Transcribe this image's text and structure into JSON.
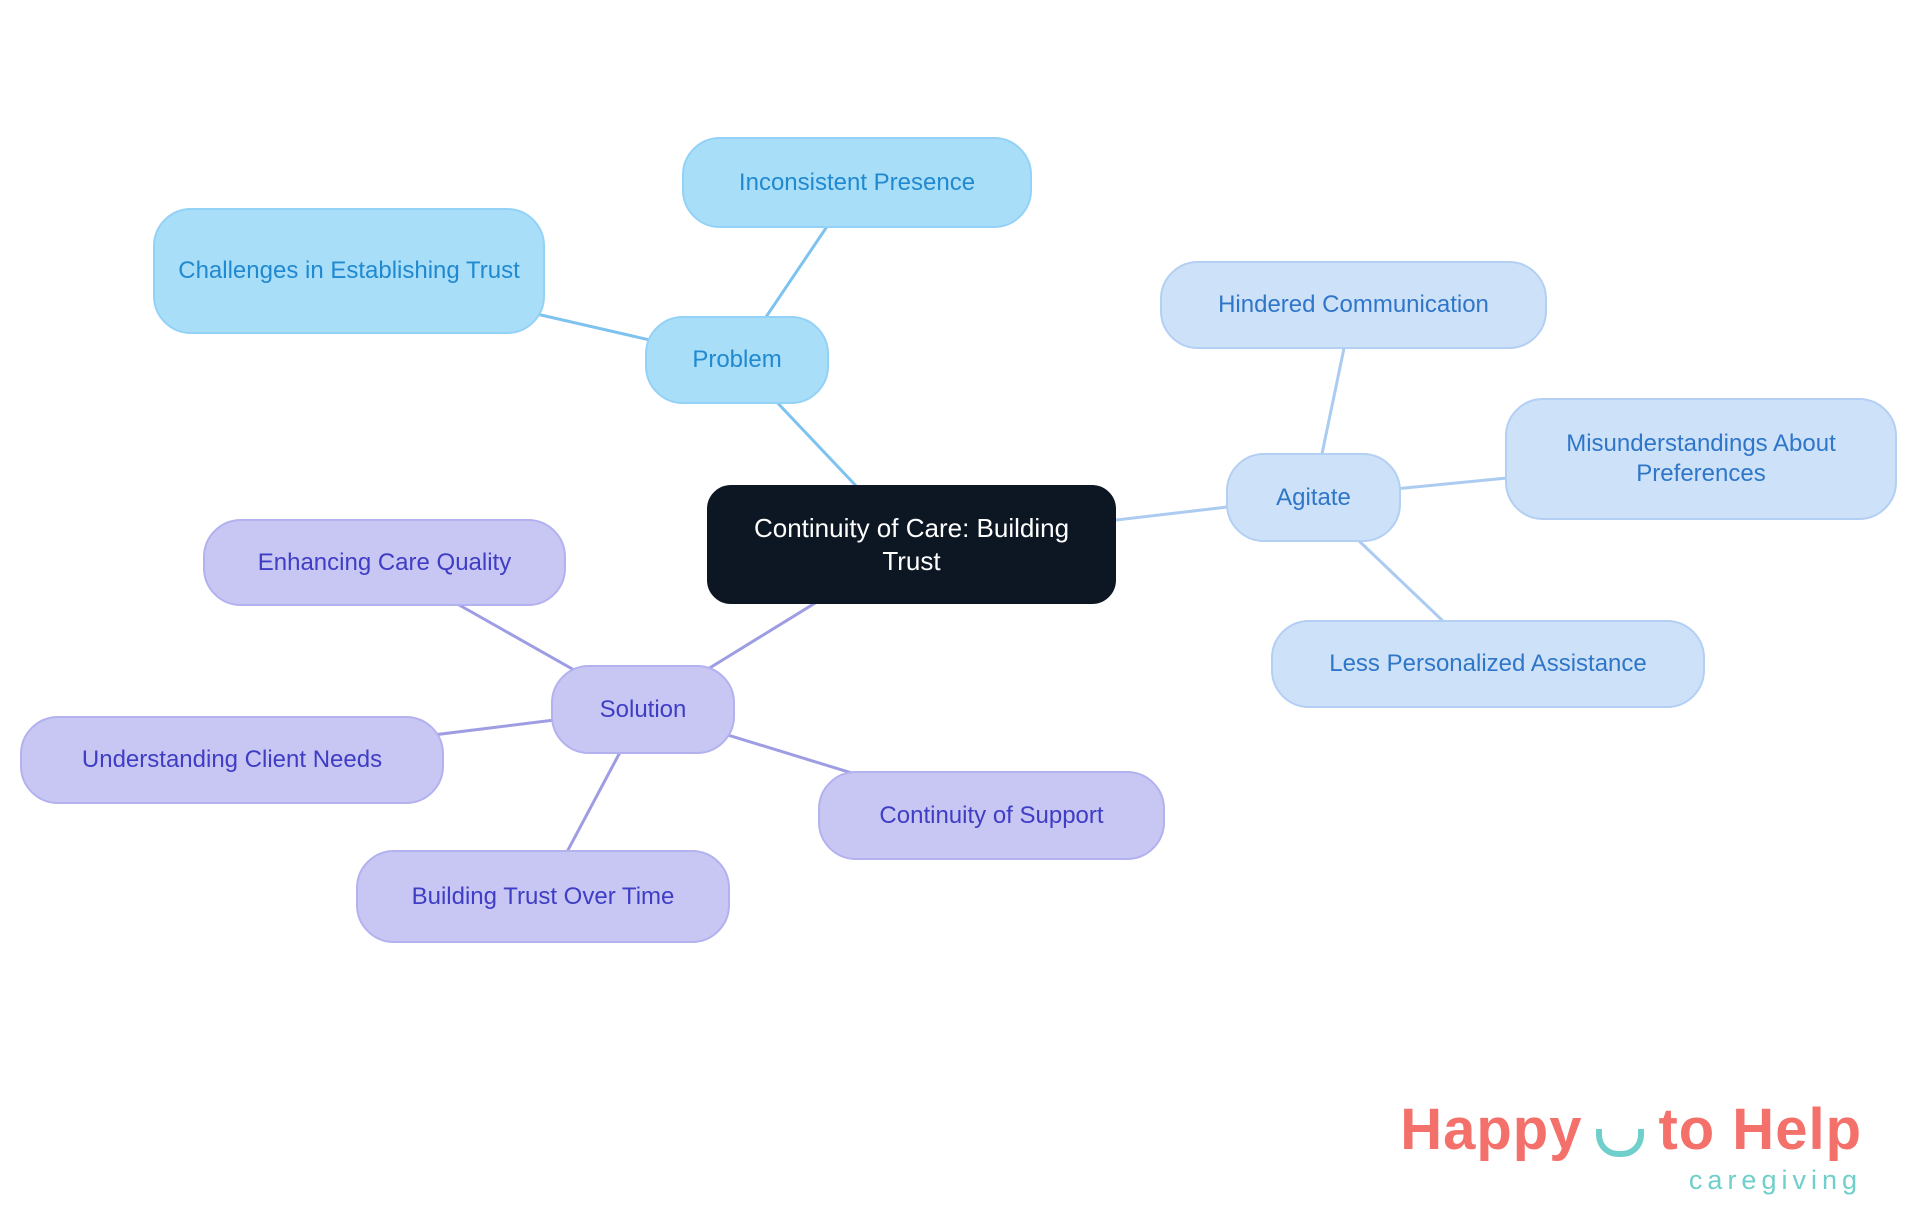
{
  "mindmap": {
    "central": "Continuity of Care: Building Trust",
    "problem": {
      "label": "Problem",
      "children": [
        "Inconsistent Presence",
        "Challenges in Establishing Trust"
      ]
    },
    "agitate": {
      "label": "Agitate",
      "children": [
        "Hindered Communication",
        "Misunderstandings About Preferences",
        "Less Personalized Assistance"
      ]
    },
    "solution": {
      "label": "Solution",
      "children": [
        "Enhancing Care Quality",
        "Understanding Client Needs",
        "Building Trust Over Time",
        "Continuity of Support"
      ]
    }
  },
  "colors": {
    "central_bg": "#0d1623",
    "central_text": "#ffffff",
    "problem_bg": "#a9def9",
    "problem_border": "#93d2f6",
    "problem_text": "#2089cf",
    "agitate_bg": "#cde2f8",
    "agitate_border": "#b3cff3",
    "agitate_text": "#2f76c9",
    "solution_bg": "#c8c7f4",
    "solution_border": "#b3b1ee",
    "solution_text": "#3e3dc4",
    "logo_coral": "#f4706a",
    "logo_teal": "#6fcfca"
  },
  "logo": {
    "happy": "Happy",
    "to_help": "to Help",
    "caregiving": "caregiving"
  }
}
